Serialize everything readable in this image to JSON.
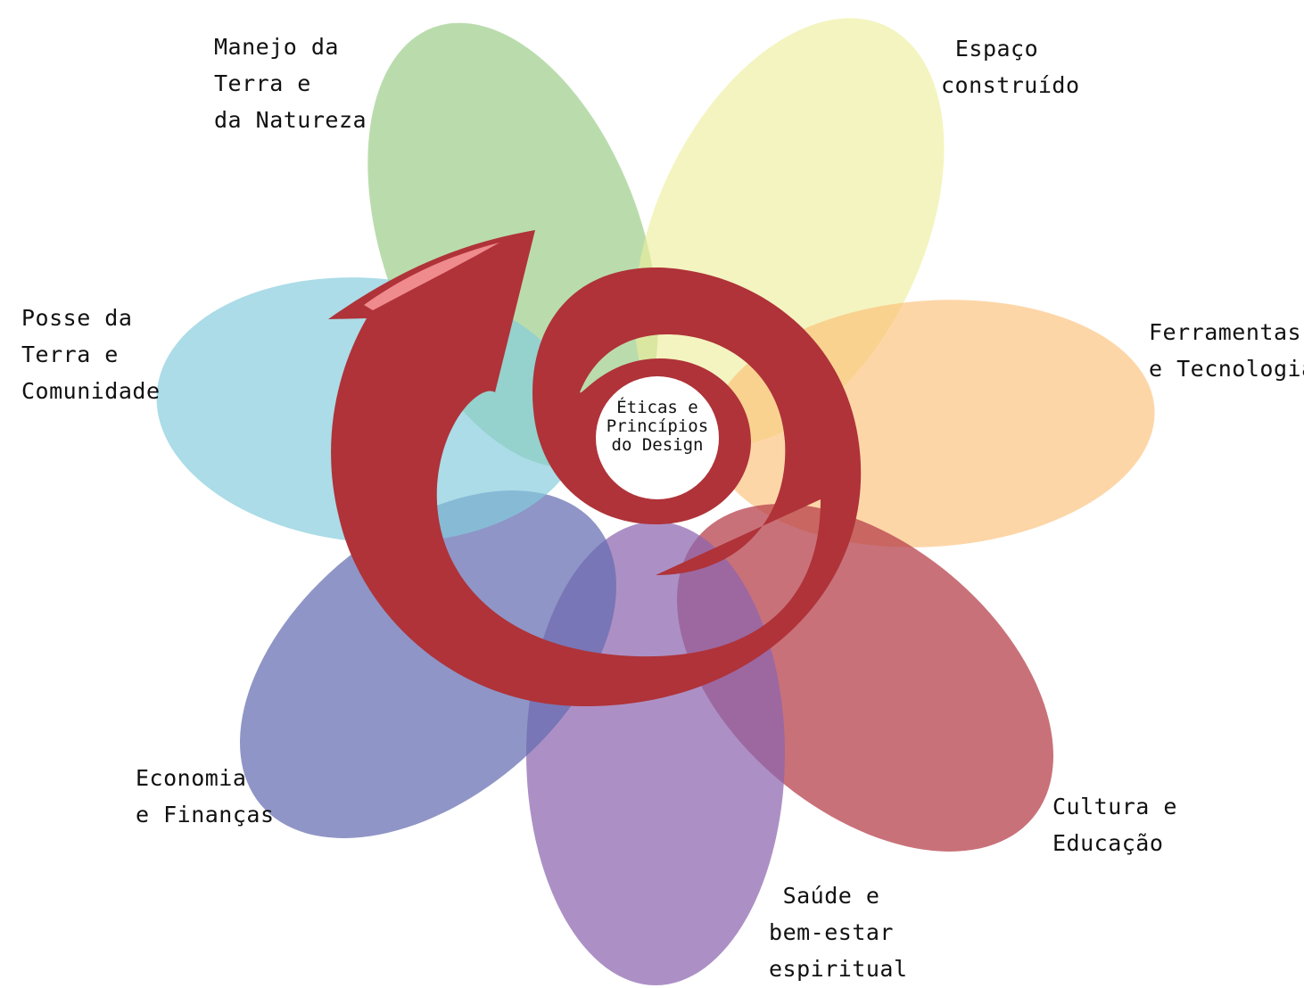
{
  "diagram": {
    "center": {
      "lines": [
        "Éticas e",
        "Princípios",
        "do Design"
      ]
    },
    "petals": [
      {
        "id": "manejo",
        "color": "#8fc67a",
        "lines": [
          "Manejo da",
          "Terra e",
          "da Natureza"
        ]
      },
      {
        "id": "espaco",
        "color": "#eeee9a",
        "lines": [
          "Espaço",
          "construído"
        ]
      },
      {
        "id": "ferramentas",
        "color": "#fbbd72",
        "lines": [
          "Ferramentas",
          "e Tecnologia"
        ]
      },
      {
        "id": "cultura",
        "color": "#b43a45",
        "lines": [
          "Cultura e",
          "Educação"
        ]
      },
      {
        "id": "saude",
        "color": "#8c65ae",
        "lines": [
          "Saúde e",
          "bem-estar",
          "espiritual"
        ]
      },
      {
        "id": "economia",
        "color": "#646cb0",
        "lines": [
          "Economia",
          "e Finanças"
        ]
      },
      {
        "id": "posse",
        "color": "#83ccdb",
        "lines": [
          "Posse da",
          "Terra e",
          "Comunidade"
        ]
      }
    ],
    "spiral_color": "#af3339",
    "highlight_color": "#ef8b8d"
  }
}
